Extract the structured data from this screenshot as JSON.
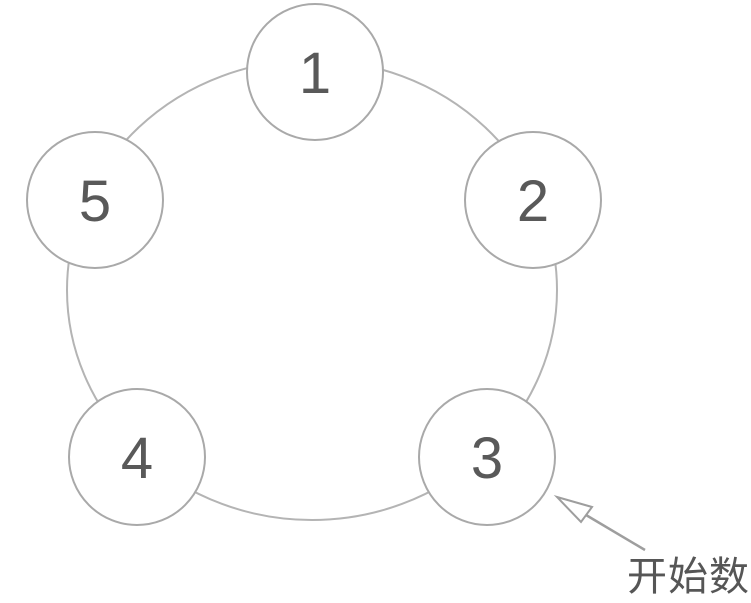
{
  "diagram": {
    "type": "cycle",
    "nodes": [
      {
        "id": "node-1",
        "label": "1"
      },
      {
        "id": "node-2",
        "label": "2"
      },
      {
        "id": "node-3",
        "label": "3"
      },
      {
        "id": "node-4",
        "label": "4"
      },
      {
        "id": "node-5",
        "label": "5"
      }
    ],
    "annotation": {
      "label": "开始数",
      "points_to": "3"
    },
    "colors": {
      "background": "#ffffff",
      "ring_stroke": "#b4b4b4",
      "node_stroke": "#a9a9a9",
      "node_fill": "#ffffff",
      "number_color": "#595959",
      "arrow_color": "#9e9e9e",
      "annotation_color": "#565656"
    }
  }
}
